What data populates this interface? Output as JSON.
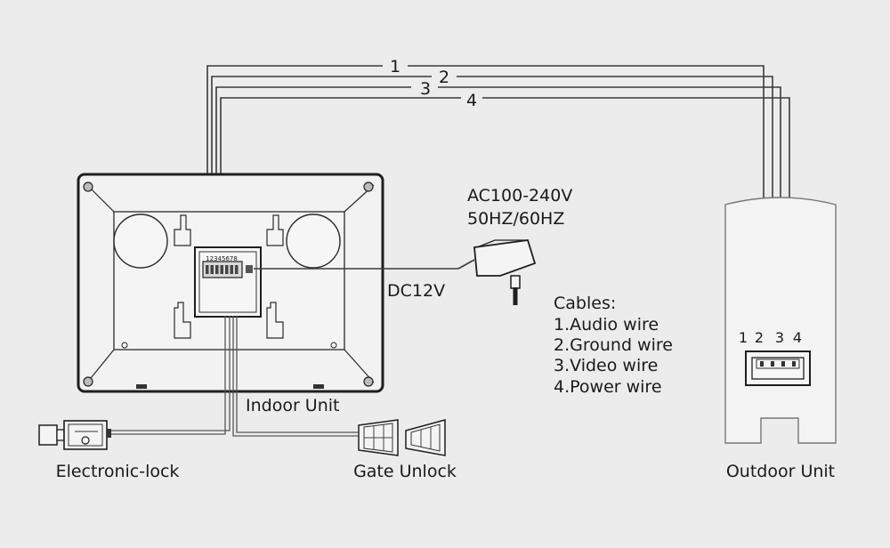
{
  "wire_labels": [
    "1",
    "2",
    "3",
    "4"
  ],
  "terminal_labels": [
    "1",
    "2",
    "3",
    "4"
  ],
  "dip_label": "12345678",
  "power": {
    "ac_line1": "AC100-240V",
    "ac_line2": "50HZ/60HZ",
    "dc_label": "DC12V"
  },
  "cables": {
    "title": "Cables:",
    "items": [
      "1.Audio wire",
      "2.Ground wire",
      "3.Video wire",
      "4.Power wire"
    ]
  },
  "units": {
    "indoor": "Indoor Unit",
    "outdoor": "Outdoor Unit",
    "lock": "Electronic-lock",
    "gate": "Gate Unlock"
  }
}
